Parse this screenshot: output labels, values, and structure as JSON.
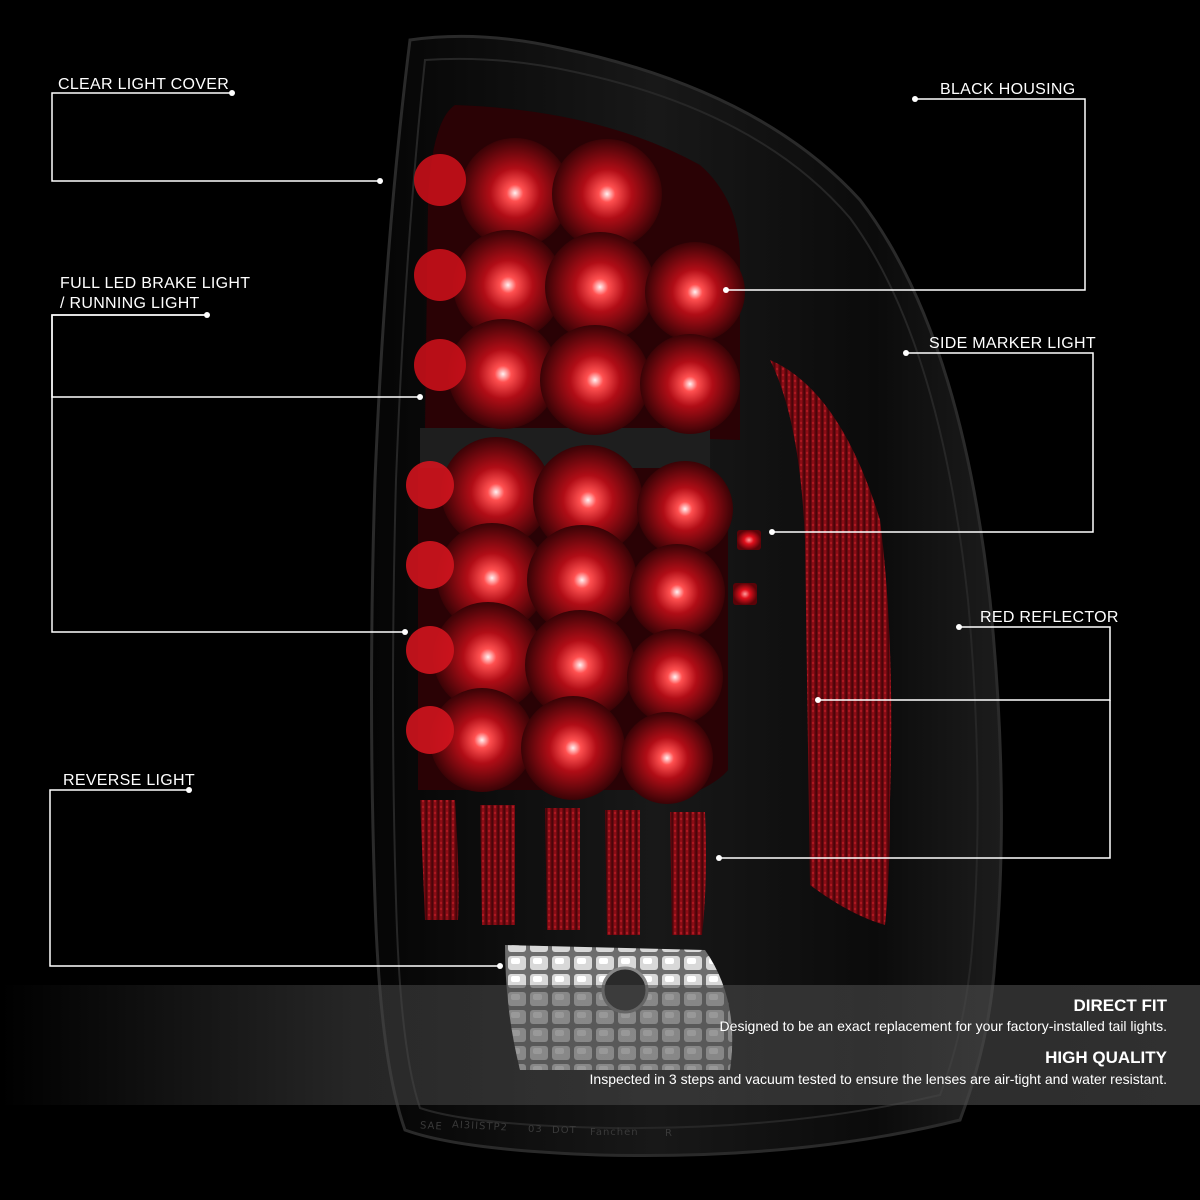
{
  "callouts": {
    "clear_light_cover": "CLEAR LIGHT COVER",
    "black_housing": "BLACK HOUSING",
    "full_led_line1": "FULL LED BRAKE LIGHT",
    "full_led_line2": "/ RUNNING LIGHT",
    "side_marker_light": "SIDE MARKER LIGHT",
    "red_reflector": "RED REFLECTOR",
    "reverse_light": "REVERSE LIGHT"
  },
  "features": [
    {
      "title": "DIRECT FIT",
      "desc": "Designed to be an exact replacement for your factory-installed tail lights."
    },
    {
      "title": "HIGH QUALITY",
      "desc": "Inspected in 3 steps and vacuum tested to ensure the lenses are air-tight and water resistant."
    }
  ],
  "molding_text": [
    "SAE",
    "AI3IISTP2",
    "03",
    "DOT",
    "Fanchen",
    "R"
  ],
  "colors": {
    "background": "#000000",
    "housing": "#0d0d0d",
    "led_red": "#c8101a",
    "led_glow": "#ff3030",
    "reflector": "#8a0c12",
    "callout_line": "#ffffff",
    "footer_band": "#555555"
  }
}
